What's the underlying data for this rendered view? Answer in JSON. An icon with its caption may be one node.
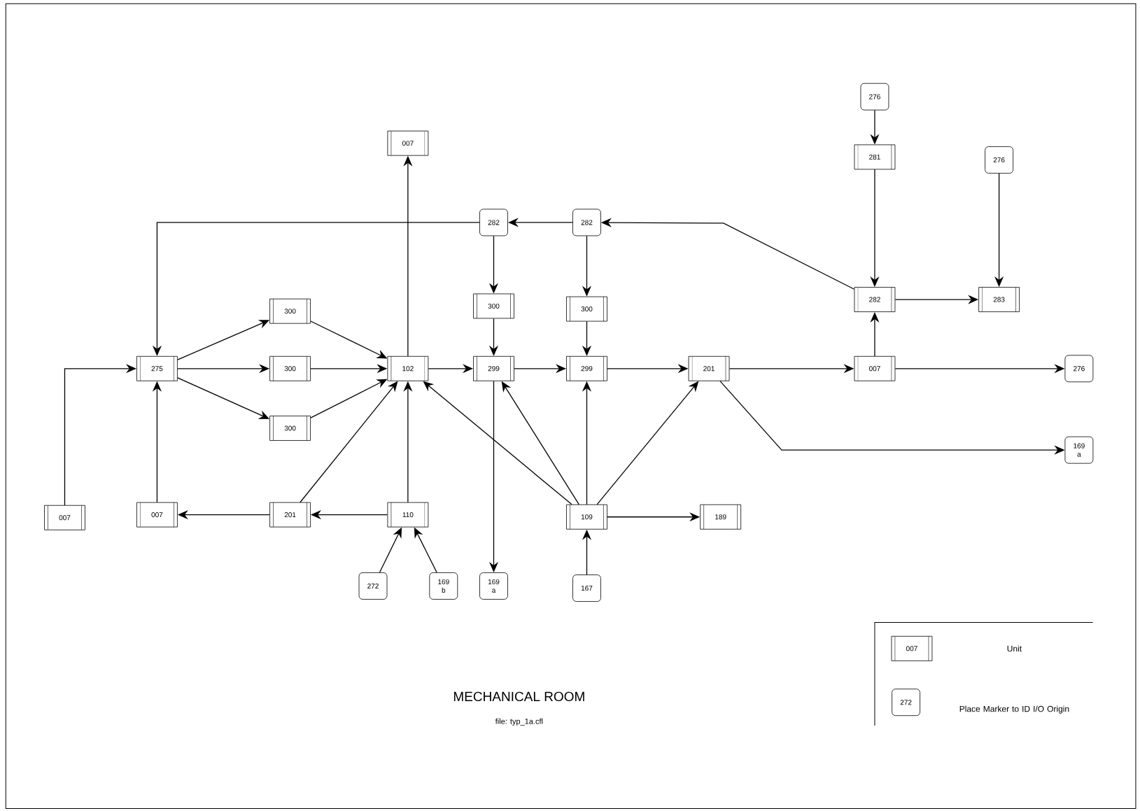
{
  "diagram": {
    "title": "MECHANICAL ROOM",
    "caption": "file: typ_1a.cfl",
    "nodes": [
      {
        "text": [
          "276"
        ]
      },
      {
        "text": [
          "281"
        ]
      },
      {
        "text": [
          "276"
        ]
      },
      {
        "text": [
          "007"
        ]
      },
      {
        "text": [
          "282"
        ]
      },
      {
        "text": [
          "282"
        ]
      },
      {
        "text": [
          "282"
        ]
      },
      {
        "text": [
          "283"
        ]
      },
      {
        "text": [
          "300"
        ]
      },
      {
        "text": [
          "300"
        ]
      },
      {
        "text": [
          "300"
        ]
      },
      {
        "text": [
          "275"
        ]
      },
      {
        "text": [
          "300"
        ]
      },
      {
        "text": [
          "102"
        ]
      },
      {
        "text": [
          "299"
        ]
      },
      {
        "text": [
          "299"
        ]
      },
      {
        "text": [
          "201"
        ]
      },
      {
        "text": [
          "007"
        ]
      },
      {
        "text": [
          "276"
        ]
      },
      {
        "text": [
          "300"
        ]
      },
      {
        "text": [
          "169 a"
        ]
      },
      {
        "text": [
          "007"
        ]
      },
      {
        "text": [
          "007"
        ]
      },
      {
        "text": [
          "201"
        ]
      },
      {
        "text": [
          "110"
        ]
      },
      {
        "text": [
          "109"
        ]
      },
      {
        "text": [
          "189"
        ]
      },
      {
        "text": [
          "272"
        ]
      },
      {
        "text": [
          "169 b"
        ]
      },
      {
        "text": [
          "169 a"
        ]
      },
      {
        "text": [
          "167"
        ]
      }
    ],
    "edges": [
      {
        "from": 0,
        "to": 1,
        "arrow": "to"
      },
      {
        "from": 1,
        "to": 6,
        "arrow": "to"
      },
      {
        "from": 2,
        "to": 7,
        "arrow": "to"
      },
      {
        "from": 6,
        "to": 7,
        "arrow": "to"
      },
      {
        "from": 6,
        "to": 5,
        "arrow": "to"
      },
      {
        "from": 5,
        "to": 4,
        "arrow": "to"
      },
      {
        "from": 4,
        "to": 11,
        "arrow": "to"
      },
      {
        "from": 4,
        "to": 9,
        "arrow": "to"
      },
      {
        "from": 5,
        "to": 10,
        "arrow": "to"
      },
      {
        "from": 9,
        "to": 14,
        "arrow": "to"
      },
      {
        "from": 10,
        "to": 15,
        "arrow": "to"
      },
      {
        "from": 13,
        "to": 3,
        "arrow": "to"
      },
      {
        "from": 11,
        "to": 8,
        "arrow": "to"
      },
      {
        "from": 11,
        "to": 12,
        "arrow": "to"
      },
      {
        "from": 11,
        "to": 19,
        "arrow": "to"
      },
      {
        "from": 8,
        "to": 13,
        "arrow": "to"
      },
      {
        "from": 12,
        "to": 13,
        "arrow": "to"
      },
      {
        "from": 19,
        "to": 13,
        "arrow": "to"
      },
      {
        "from": 13,
        "to": 14,
        "arrow": "to"
      },
      {
        "from": 14,
        "to": 15,
        "arrow": "to"
      },
      {
        "from": 15,
        "to": 16,
        "arrow": "to"
      },
      {
        "from": 16,
        "to": 17,
        "arrow": "to"
      },
      {
        "from": 17,
        "to": 18,
        "arrow": "to"
      },
      {
        "from": 17,
        "to": 6,
        "arrow": "to"
      },
      {
        "from": 16,
        "to": 20,
        "arrow": "to"
      },
      {
        "from": 14,
        "to": 29,
        "arrow": "to"
      },
      {
        "from": 21,
        "to": 11,
        "arrow": "to"
      },
      {
        "from": 22,
        "to": 11,
        "arrow": "to"
      },
      {
        "from": 24,
        "to": 23,
        "arrow": "to"
      },
      {
        "from": 23,
        "to": 22,
        "arrow": "to"
      },
      {
        "from": 23,
        "to": 13,
        "arrow": "to"
      },
      {
        "from": 24,
        "to": 13,
        "arrow": "to"
      },
      {
        "from": 27,
        "to": 24,
        "arrow": "to"
      },
      {
        "from": 28,
        "to": 24,
        "arrow": "to"
      },
      {
        "from": 25,
        "to": 13,
        "arrow": "to"
      },
      {
        "from": 25,
        "to": 14,
        "arrow": "to"
      },
      {
        "from": 25,
        "to": 15,
        "arrow": "to"
      },
      {
        "from": 25,
        "to": 16,
        "arrow": "to"
      },
      {
        "from": 25,
        "to": 26,
        "arrow": "to"
      },
      {
        "from": 30,
        "to": 25,
        "arrow": "to"
      }
    ],
    "labels": [
      "007",
      "272"
    ],
    "legend": [
      {
        "text": "Unit"
      },
      {
        "text": "Place Marker to ID I/O Origin"
      }
    ]
  }
}
